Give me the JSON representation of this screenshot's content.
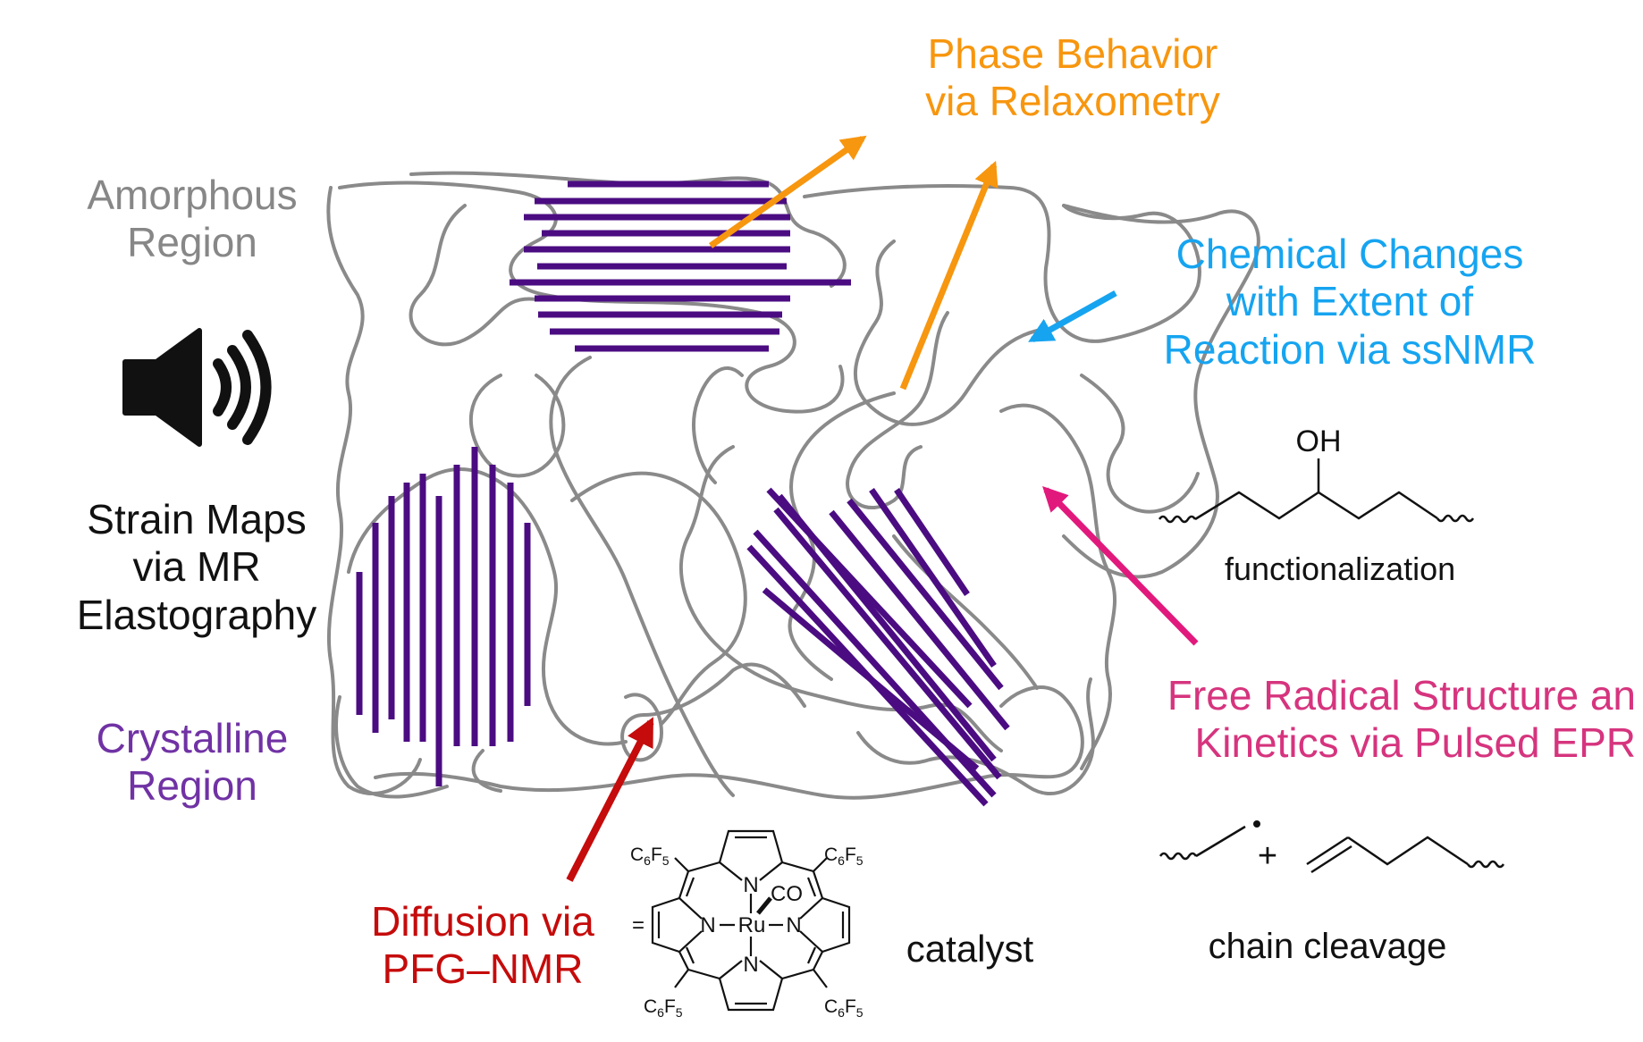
{
  "colors": {
    "amorphous": "#878787",
    "chain": "#8a8a8a",
    "crystalline": "#4b0c82",
    "crystalline_label": "#7032a4",
    "phase": "#f7960f",
    "chemical": "#16a4f0",
    "radical": "#d6347e",
    "radical_arrow": "#e2197c",
    "diffusion": "#c50b0b",
    "black": "#111111"
  },
  "labels": {
    "amorphous": [
      "Amorphous",
      "Region"
    ],
    "strain": [
      "Strain Maps",
      "via MR",
      "Elastography"
    ],
    "crystalline": [
      "Crystalline",
      "Region"
    ],
    "phase": [
      "Phase Behavior",
      "via Relaxometry"
    ],
    "chemical": [
      "Chemical Changes",
      "with Extent of",
      "Reaction via ssNMR"
    ],
    "radical": [
      "Free Radical Structure an",
      "Kinetics via Pulsed EPR"
    ],
    "diffusion": [
      "Diffusion via",
      "PFG–NMR"
    ]
  },
  "icons": {
    "speaker": "speaker-sound-icon"
  },
  "chemistry": {
    "functionalization": {
      "substituent": "OH",
      "caption": "functionalization"
    },
    "chain_cleavage": {
      "operator": "+",
      "caption": "chain cleavage"
    },
    "catalyst": {
      "equals": "=",
      "metal": "Ru",
      "ligand": "CO",
      "nitrogen": "N",
      "aryl_group": "C6F5",
      "aryl_base": "C",
      "aryl_sub1": "6",
      "aryl_mid": "F",
      "aryl_sub2": "5",
      "caption": "catalyst"
    }
  }
}
